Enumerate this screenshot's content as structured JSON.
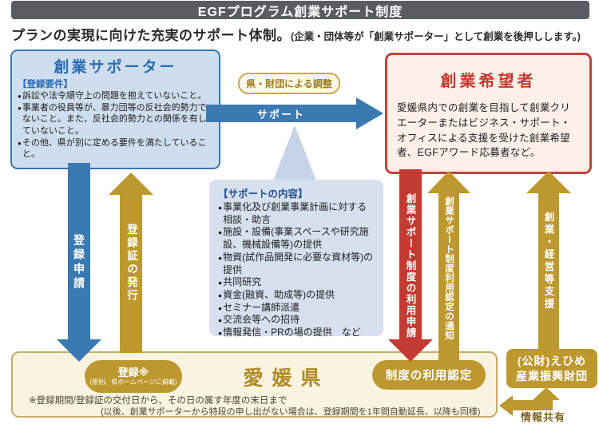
{
  "header": {
    "title": "EGFプログラム創業サポート制度"
  },
  "subtitle": {
    "main": "プランの実現に向けた充実のサポート体制。",
    "note": "(企業・団体等が「創業サポーター」として創業を後押しします。)"
  },
  "supporter_box": {
    "title": "創業サポーター",
    "section_label": "【登録要件】",
    "items": [
      "訴訟や法令順守上の問題を抱えていないこと。",
      "事業者の役員等が、暴力団等の反社会的勢力でないこと。また、反社会的勢力との関係を有していないこと。",
      "その他、県が別に定める要件を満たしていること。"
    ]
  },
  "applicant_box": {
    "title": "創業希望者",
    "body": "愛媛県内での創業を目指して創業クリエーターまたはビジネス・サポート・オフィスによる支援を受けた創業希望者、EGFアワード応募者など。"
  },
  "coordination_pill": {
    "label": "県・財団による調整"
  },
  "support_arrow": {
    "label": "サポート"
  },
  "support_detail_box": {
    "title": "【サポートの内容】",
    "items": [
      "事業化及び創業事業計画に対する相談・助言",
      "施設・設備(事業スペースや研究施設、機械設備等)の提供",
      "物資(試作品開発に必要な資材等)の提供",
      "共同研究",
      "資金(融資、助成等)の提供",
      "セミナー講師派遣",
      "交流会等への招待",
      "情報発信・PRの場の提供　など"
    ]
  },
  "arrows": {
    "registration_apply": "登録申請",
    "certificate_issue": "登録証の発行",
    "system_use_apply": "創業サポート制度の利用申請",
    "approval_notice": "創業サポート制度利用認定の通知",
    "business_support": "創業・経営等支援",
    "info_share": "情報共有"
  },
  "ehime_bar": {
    "name": "愛媛県",
    "registration_badge": {
      "title": "登録※",
      "sub": "(原則、県ホームページに掲載)"
    },
    "approval_badge": "制度の利用認定",
    "note_line1": "※登録期間/登録証の交付日から、その日の属す年度の末日まで",
    "note_line2": "(以後、創業サポーターから特段の申し出がない場合は、登録期間を1年間自動延長、以降も同様)"
  },
  "foundation_box": {
    "line1": "(公財)えひめ",
    "line2": "産業振興財団"
  },
  "colors": {
    "header_gray": "#595d61",
    "accent_blue": "#3b79b1",
    "accent_red": "#c23a31",
    "accent_gold": "#bd982f",
    "bar_cream": "#faf3e0"
  }
}
